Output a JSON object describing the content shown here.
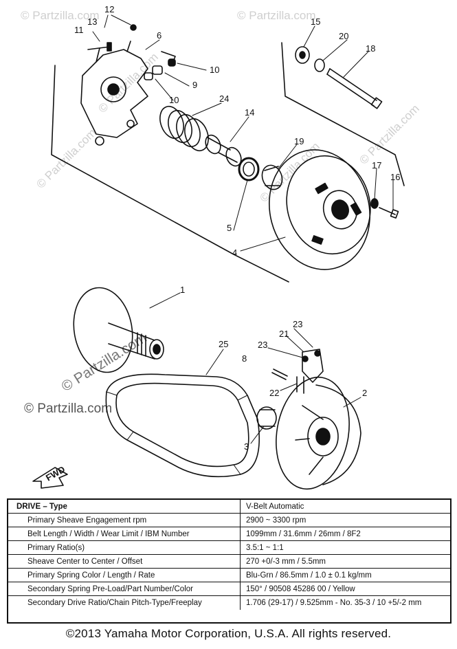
{
  "watermarks": [
    "© Partzilla.com",
    "© Partzilla.com",
    "© Partzilla.com",
    "© Partzilla.com",
    "© Partzilla.com",
    "© Partzilla.com",
    "© Partzilla.com",
    "© Partzilla.com"
  ],
  "callouts": {
    "c1": "1",
    "c2": "2",
    "c3": "3",
    "c4": "4",
    "c5": "5",
    "c6": "6",
    "c8": "8",
    "c9": "9",
    "c10a": "10",
    "c10b": "10",
    "c11": "11",
    "c12": "12",
    "c13": "13",
    "c14": "14",
    "c15": "15",
    "c16": "16",
    "c17": "17",
    "c18": "18",
    "c19": "19",
    "c20": "20",
    "c21": "21",
    "c22": "22",
    "c23a": "23",
    "c23b": "23",
    "c24": "24",
    "c25": "25"
  },
  "fwd_label": "FWD",
  "spec_table": {
    "header": {
      "label": "DRIVE – Type",
      "value": "V-Belt Automatic"
    },
    "rows": [
      {
        "label": "Primary Sheave Engagement rpm",
        "value": "2900 ~ 3300 rpm"
      },
      {
        "label": "Belt Length / Width / Wear Limit / IBM Number",
        "value": "1099mm / 31.6mm / 26mm / 8F2"
      },
      {
        "label": "Primary Ratio(s)",
        "value": "3.5:1 ~ 1:1"
      },
      {
        "label": "Sheave Center to Center / Offset",
        "value": "270 +0/-3 mm / 5.5mm"
      },
      {
        "label": "Primary Spring Color / Length / Rate",
        "value": "Blu-Grn / 86.5mm / 1.0 ± 0.1 kg/mm"
      },
      {
        "label": "Secondary Spring Pre-Load/Part Number/Color",
        "value": "150° / 90508 45286 00 / Yellow"
      },
      {
        "label": "Secondary Drive Ratio/Chain Pitch-Type/Freeplay",
        "value": "1.706 (29-17) / 9.525mm - No. 35-3 / 10 +5/-2 mm"
      }
    ]
  },
  "copyright": "©2013  Yamaha Motor Corporation, U.S.A. All rights reserved."
}
